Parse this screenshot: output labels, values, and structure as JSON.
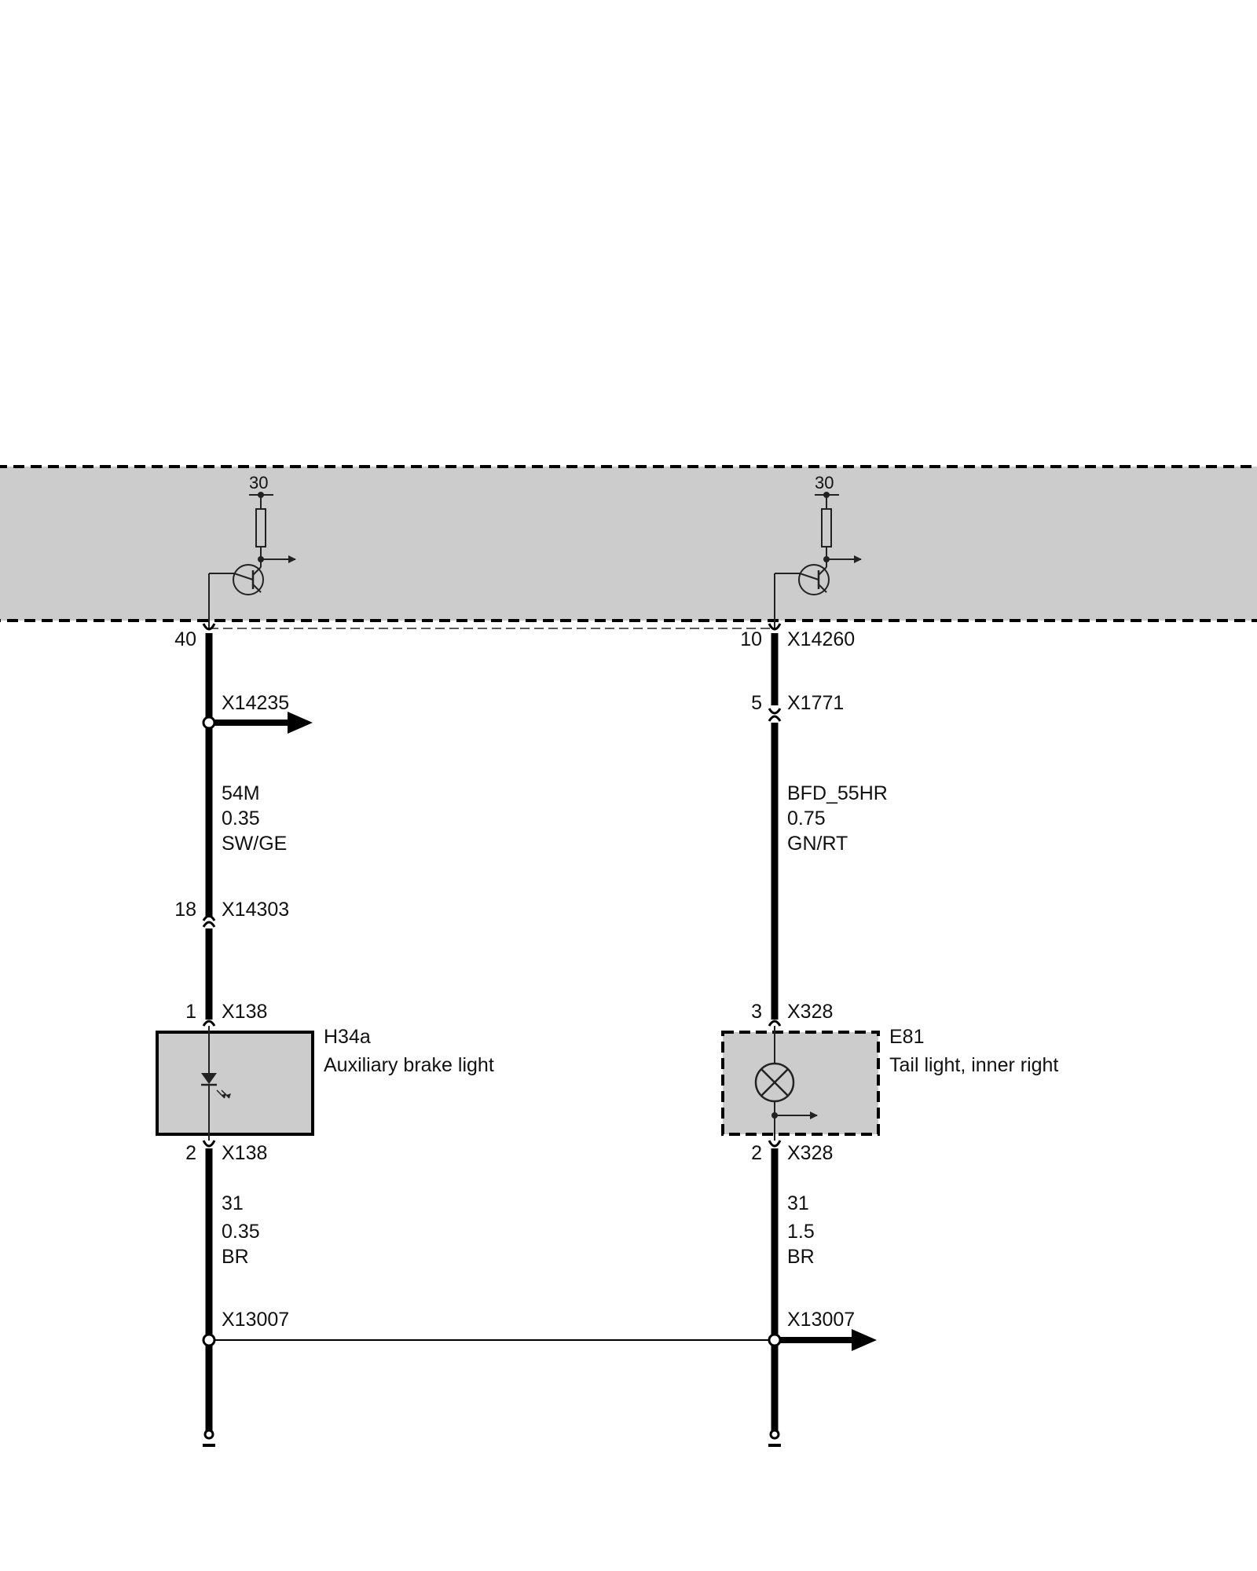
{
  "control_unit": {
    "supply_left": "30",
    "supply_right": "30"
  },
  "left_circuit": {
    "cu_pin": "40",
    "splice_top": "X14235",
    "wire1": {
      "signal": "54M",
      "gauge": "0.35",
      "color": "SW/GE"
    },
    "conn_mid_pin": "18",
    "conn_mid": "X14303",
    "comp_pin_in": "1",
    "comp_conn_in": "X138",
    "component": {
      "id": "H34a",
      "name": "Auxiliary brake light"
    },
    "comp_pin_out": "2",
    "comp_conn_out": "X138",
    "wire2": {
      "signal": "31",
      "gauge": "0.35",
      "color": "BR"
    },
    "ground_splice": "X13007"
  },
  "right_circuit": {
    "cu_pin": "10",
    "cu_conn": "X14260",
    "conn_pin": "5",
    "conn": "X1771",
    "wire1": {
      "signal": "BFD_55HR",
      "gauge": "0.75",
      "color": "GN/RT"
    },
    "comp_pin_in": "3",
    "comp_conn_in": "X328",
    "component": {
      "id": "E81",
      "name": "Tail light, inner right"
    },
    "comp_pin_out": "2",
    "comp_conn_out": "X328",
    "wire2": {
      "signal": "31",
      "gauge": "1.5",
      "color": "BR"
    },
    "ground_splice": "X13007"
  },
  "colors": {
    "wire": "#000000",
    "module_fill": "#cccccc",
    "component_fill": "#cccccc"
  }
}
